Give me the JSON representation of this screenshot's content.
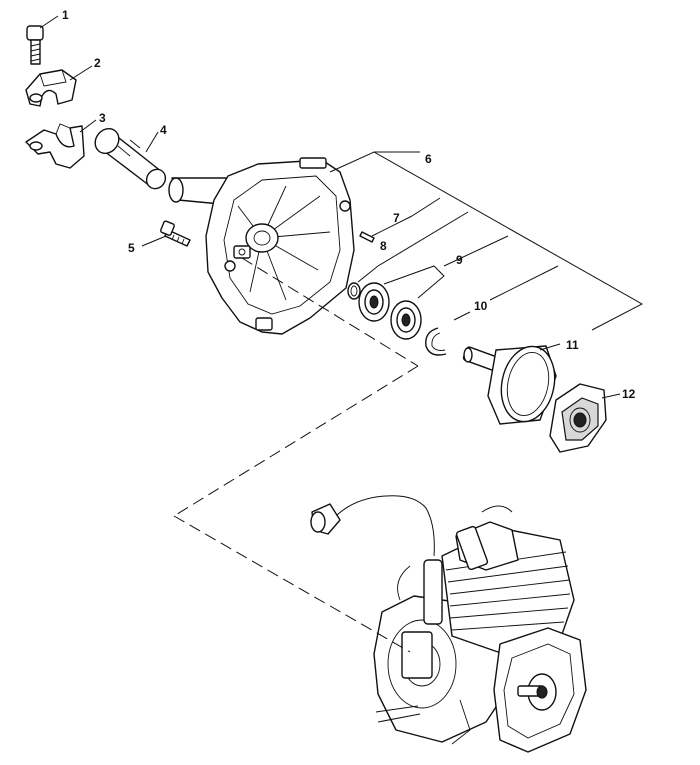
{
  "callouts": [
    {
      "num": "1"
    },
    {
      "num": "2"
    },
    {
      "num": "3"
    },
    {
      "num": "4"
    },
    {
      "num": "5"
    },
    {
      "num": "6"
    },
    {
      "num": "7"
    },
    {
      "num": "8"
    },
    {
      "num": "9"
    },
    {
      "num": "10"
    },
    {
      "num": "11"
    },
    {
      "num": "12"
    }
  ],
  "parts": [
    {
      "icon": "screw-icon"
    },
    {
      "icon": "clamp-upper-icon"
    },
    {
      "icon": "clamp-lower-icon"
    },
    {
      "icon": "sleeve-icon"
    },
    {
      "icon": "bolt-icon"
    },
    {
      "icon": "fan-housing-icon"
    },
    {
      "icon": "pin-icon"
    },
    {
      "icon": "snap-ring-icon"
    },
    {
      "icon": "ball-bearing-icon"
    },
    {
      "icon": "circlip-icon"
    },
    {
      "icon": "clutch-drum-icon"
    },
    {
      "icon": "clutch-shoe-icon"
    },
    {
      "icon": "engine-icon"
    }
  ],
  "colors": {
    "line": "#111111",
    "background": "#ffffff"
  }
}
